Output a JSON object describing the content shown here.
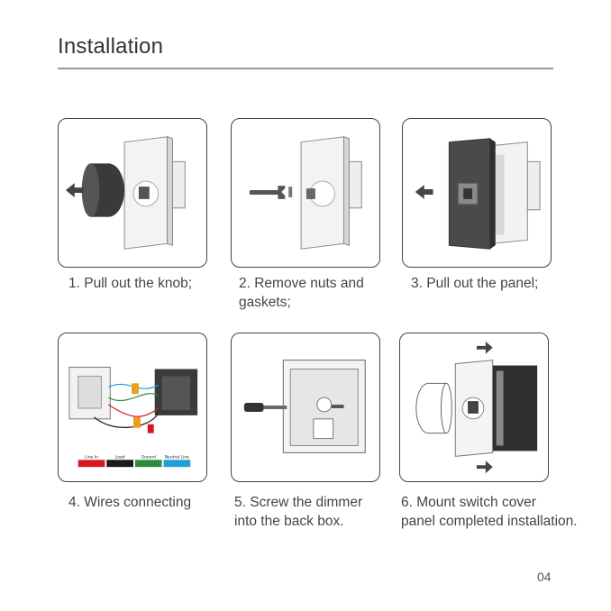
{
  "page": {
    "title": "Installation",
    "page_number": "04"
  },
  "steps": [
    {
      "caption_line1": "1. Pull out the knob;",
      "caption_line2": ""
    },
    {
      "caption_line1": "2. Remove nuts and",
      "caption_line2": "gaskets;"
    },
    {
      "caption_line1": "3. Pull out the panel;",
      "caption_line2": ""
    },
    {
      "caption_line1": "4. Wires connecting",
      "caption_line2": ""
    },
    {
      "caption_line1": "5. Screw the dimmer",
      "caption_line2": "into the back box."
    },
    {
      "caption_line1": "6. Mount switch cover",
      "caption_line2": "panel completed installation."
    }
  ],
  "wire_legend": [
    {
      "label": "Line In",
      "color": "#d7191f"
    },
    {
      "label": "Load",
      "color": "#1a1a1a"
    },
    {
      "label": "Ground",
      "color": "#2f8a3a"
    },
    {
      "label": "Neutral Line",
      "color": "#1e9fd8"
    }
  ]
}
